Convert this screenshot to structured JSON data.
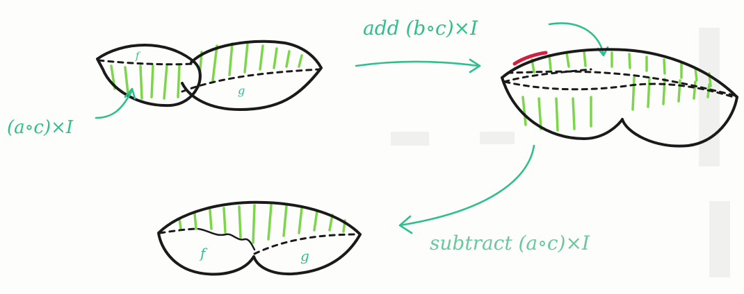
{
  "labels": {
    "surface1_f": "f",
    "surface1_g": "g",
    "interval1": "(a∘c)×I",
    "arrow1": "add (b∘c)×I",
    "arrow2": "subtract (a∘c)×I",
    "surface3_f": "f",
    "surface3_g": "g"
  },
  "colors": {
    "ink": "#1a1a1a",
    "hatch": "#7bd64a",
    "annotation": "#2fbf8f",
    "accent_red": "#d02040"
  }
}
